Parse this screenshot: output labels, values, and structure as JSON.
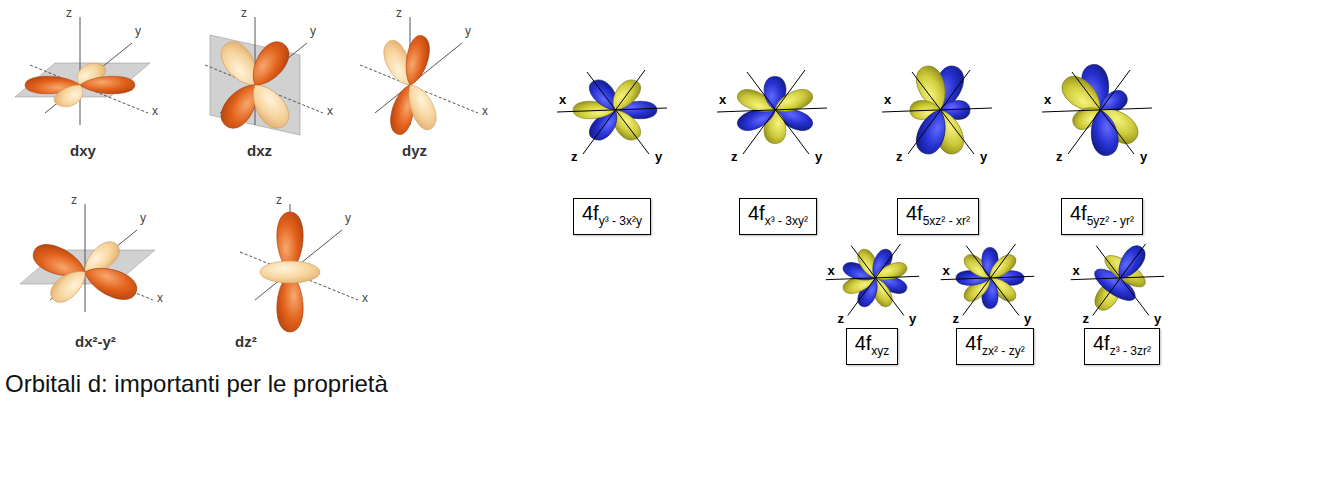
{
  "diagram": {
    "caption": "Orbitali d: importanti per le proprietà",
    "nodes": [
      {
        "text": [
          "4f",
          "y³ - 3x²y"
        ]
      },
      {
        "text": [
          "4f",
          "x³ - 3xy²"
        ]
      },
      {
        "text": [
          "4f",
          "5xz² - xr²"
        ]
      },
      {
        "text": [
          "4f",
          "5yz² - yr²"
        ]
      },
      {
        "text": [
          "4f",
          "xyz"
        ]
      },
      {
        "text": [
          "4f",
          "zx² - zy²"
        ]
      },
      {
        "text": [
          "4f",
          "z³ - 3zr²"
        ]
      }
    ],
    "labels": [
      "z",
      "y",
      "x",
      "dxy",
      "z",
      "y",
      "x",
      "dxz",
      "z",
      "y",
      "x",
      "dyz",
      "z",
      "y",
      "x",
      "dx²-y²",
      "z",
      "y",
      "x",
      "dz²",
      "x",
      "z",
      "y",
      "x",
      "z",
      "y",
      "x",
      "z",
      "y",
      "x",
      "z",
      "y",
      "x",
      "z",
      "y",
      "x",
      "z",
      "y",
      "x",
      "z",
      "y"
    ]
  }
}
